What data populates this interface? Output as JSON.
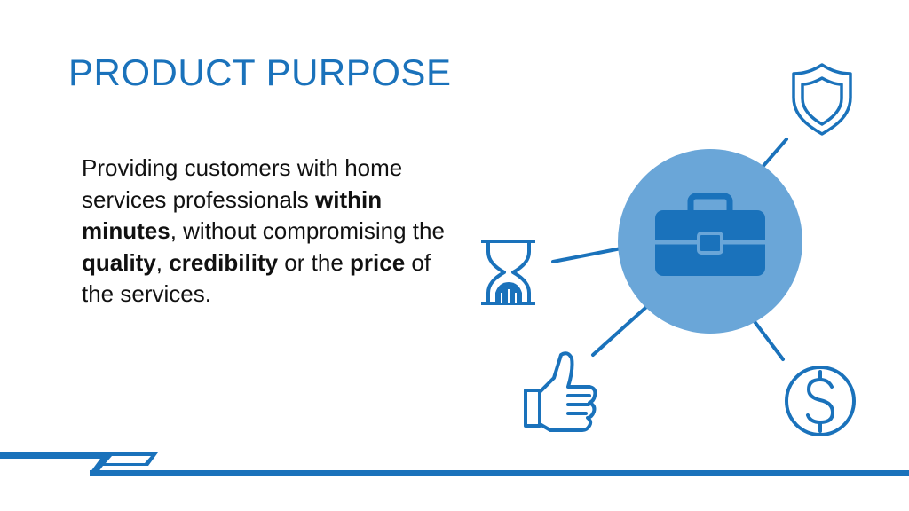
{
  "slide": {
    "title": "PRODUCT PURPOSE",
    "body": {
      "t1": "Providing customers with home services professionals ",
      "b1": "within minutes",
      "t2": ", without compromising the ",
      "b2": "quality",
      "t3": ", ",
      "b3": "credibility",
      "t4": " or the ",
      "b4": "price",
      "t5": " of the services."
    }
  },
  "diagram": {
    "center_icon": "briefcase-icon",
    "satellite_icons": [
      "shield-icon",
      "hourglass-icon",
      "thumbs-up-icon",
      "dollar-icon"
    ],
    "colors": {
      "accent": "#1a72bb",
      "circle": "#6aa6d8",
      "text": "#111111"
    }
  }
}
